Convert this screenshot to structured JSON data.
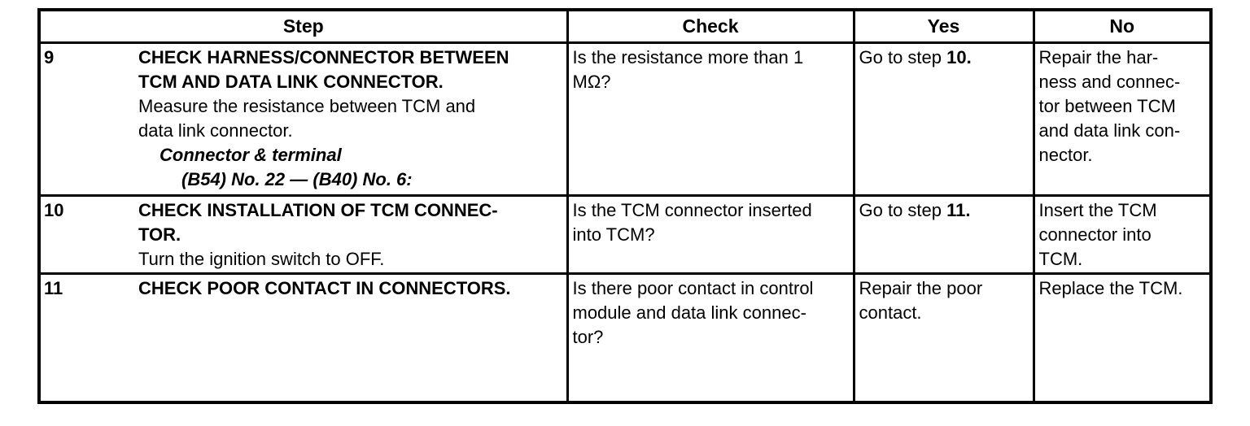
{
  "page": {
    "background_color": "#ffffff",
    "border_color": "#000000",
    "text_color": "#000000"
  },
  "table": {
    "headers": {
      "step": "Step",
      "check": "Check",
      "yes": "Yes",
      "no": "No"
    },
    "rows": [
      {
        "num": "9",
        "step": {
          "title": "CHECK HARNESS/CONNECTOR BETWEEN\nTCM AND DATA LINK CONNECTOR.",
          "body": "Measure the resistance between TCM and\ndata link connector.",
          "sub1": "Connector & terminal",
          "sub2": "(B54) No. 22 — (B40) No. 6:"
        },
        "check": "Is the resistance more than 1\nMΩ?",
        "yes": {
          "text": "Go to step ",
          "bold": "10."
        },
        "no": "Repair the har-\nness and connec-\ntor between TCM\nand data link con-\nnector."
      },
      {
        "num": "10",
        "step": {
          "title": "CHECK INSTALLATION OF TCM CONNEC-\nTOR.",
          "body": "Turn the ignition switch to OFF."
        },
        "check": "Is the TCM connector inserted\ninto TCM?",
        "yes": {
          "text": "Go to step ",
          "bold": "11."
        },
        "no": "Insert the TCM\nconnector into\nTCM."
      },
      {
        "num": "11",
        "step": {
          "title": "CHECK POOR CONTACT IN CONNECTORS."
        },
        "check": "Is there poor contact in control\nmodule and data link connec-\ntor?",
        "yes": {
          "text": "Repair the poor\ncontact.",
          "bold": ""
        },
        "no": "Replace the TCM."
      }
    ]
  }
}
